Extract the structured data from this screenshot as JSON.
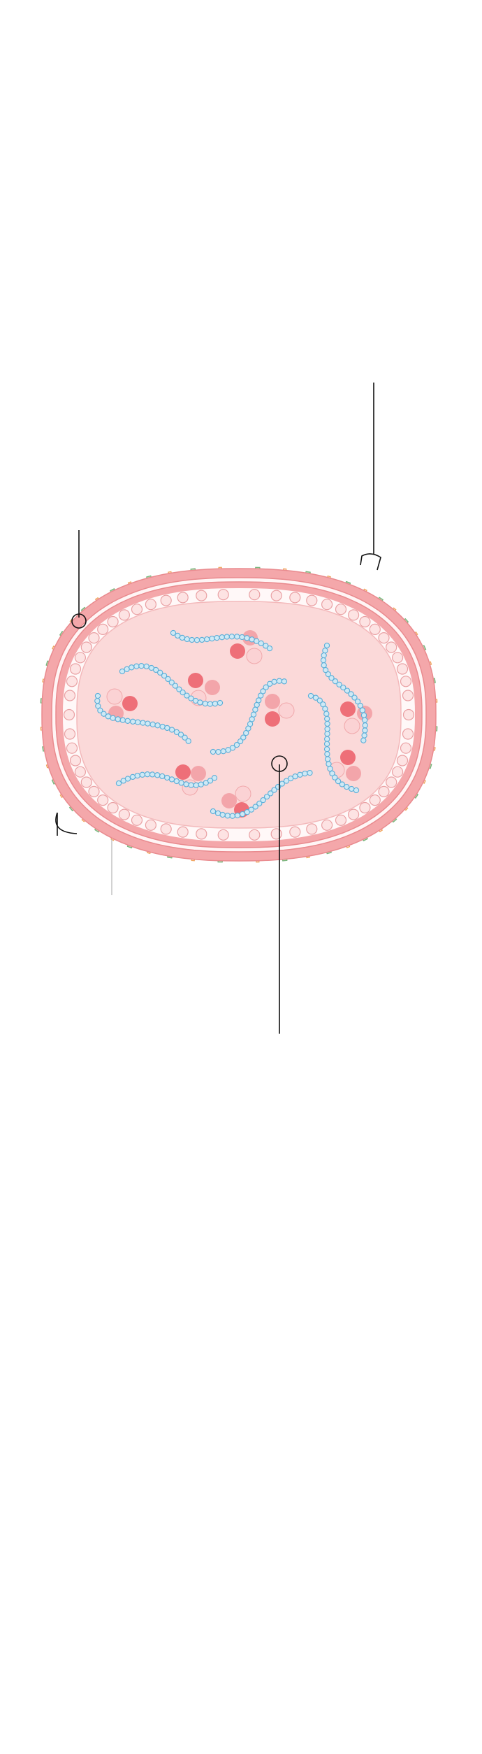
{
  "diagram": {
    "subject": "virion",
    "labels": [],
    "leaders": [
      {
        "id": "ribonucleoprotein",
        "target": "rnp-coil"
      },
      {
        "id": "neuraminidase",
        "target": "na-spike"
      },
      {
        "id": "membrane-protein",
        "target": "m2-channel"
      },
      {
        "id": "matrix-protein",
        "target": "matrix-bead"
      },
      {
        "id": "envelope",
        "target": "lipid-envelope"
      }
    ]
  },
  "colors": {
    "background": "#ffffff",
    "envelope_outer": "#f4a7aa",
    "envelope_stroke": "#e98a8e",
    "interior": "#fbd9d9",
    "matrix_bead_fill": "#fde3e3",
    "matrix_bead_stroke": "#e9a0a3",
    "rna_bead_fill": "#cfe9f5",
    "rna_bead_stroke": "#5aaed8",
    "protein_dark": "#ee6f78",
    "protein_mid": "#f3a5aa",
    "protein_light": "#fbd2d4",
    "ha_spike_fill": "#b7ddb8",
    "ha_spike_stroke": "#78b57c",
    "na_fill": "#fde3c7",
    "na_stroke": "#f0a35a",
    "leader_line": "#111111"
  },
  "counts": {
    "ha_spikes": 28,
    "na_spikes": 28,
    "matrix_beads": 62,
    "rnp_segments": 8
  }
}
